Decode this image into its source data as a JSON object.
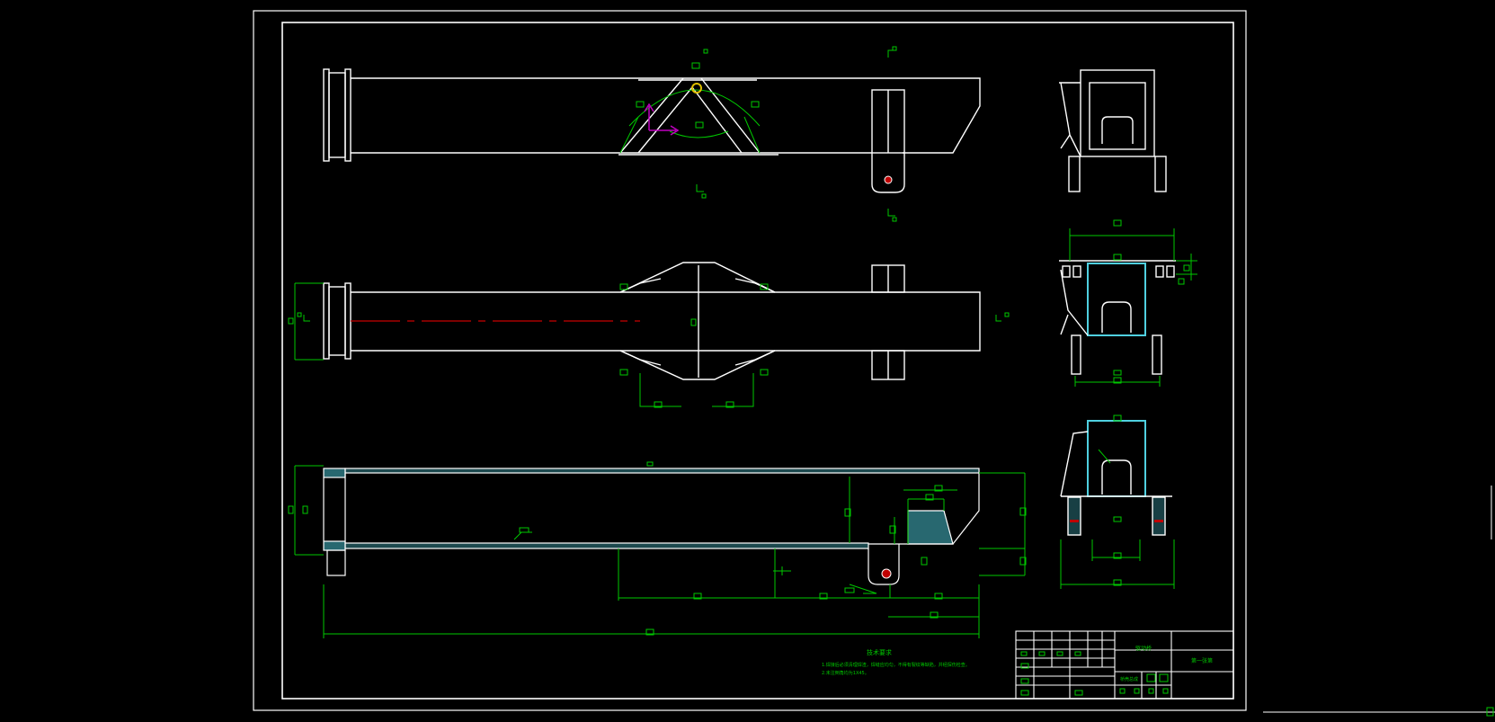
{
  "drawing": {
    "background_color": "#000000",
    "line_color": "#ffffff",
    "dimension_color": "#00c800",
    "hatch_color": "#4fd0e0",
    "centerline_color": "#c80000",
    "ucs_color": "#c000c0",
    "technical_notes_title": "技术要求",
    "technical_notes_line1": "1.焊接后必须清理焊渣，焊缝应均匀，不得有裂纹等缺陷，并经探伤检查。",
    "technical_notes_line2": "2.未注倒角均为1X45。",
    "title_block_name": "驱动桥",
    "title_block_sheet": "第一张第",
    "title_block_code": "桥壳总成"
  }
}
